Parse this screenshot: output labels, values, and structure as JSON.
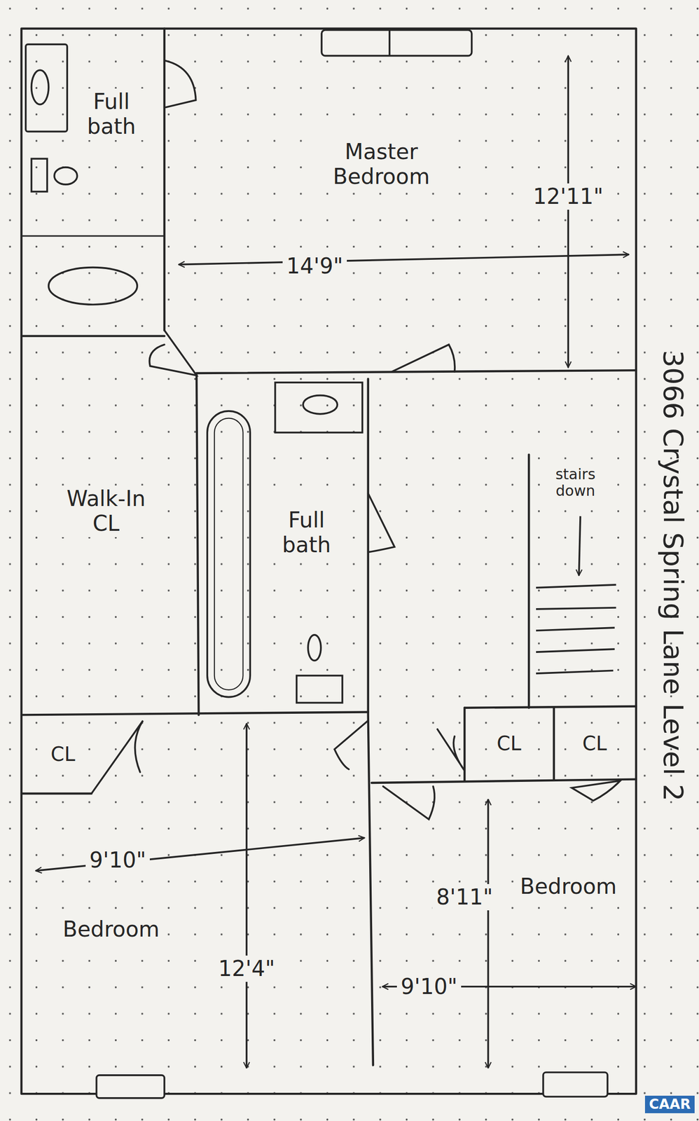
{
  "diagram": {
    "title": "3066 Crystal Spring Lane Level 2",
    "nodes": [
      {
        "text": [
          "Full bath"
        ]
      },
      {
        "text": [
          "Master Bedroom"
        ]
      },
      {
        "text": [
          "Walk-In CL"
        ]
      },
      {
        "text": [
          "Full bath"
        ]
      },
      {
        "text": [
          "CL"
        ]
      },
      {
        "text": [
          "CL"
        ]
      },
      {
        "text": [
          "CL"
        ]
      },
      {
        "text": [
          "Bedroom"
        ]
      },
      {
        "text": [
          "Bedroom"
        ]
      }
    ],
    "labels": [
      "14'9\"",
      "12'11\"",
      "stairs down",
      "9'10\"",
      "12'4\"",
      "8'11\"",
      "9'10\"",
      "CAAR"
    ]
  }
}
